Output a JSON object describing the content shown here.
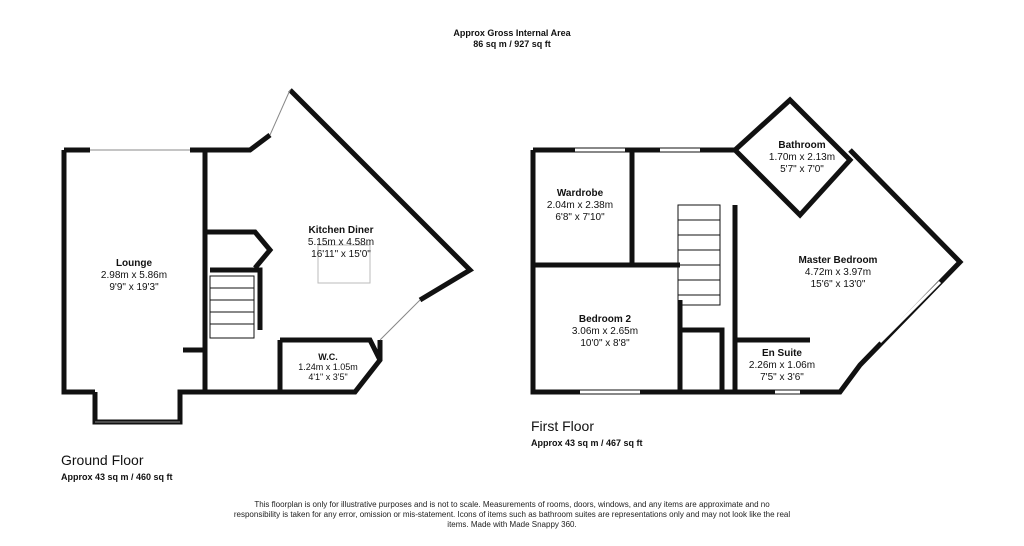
{
  "header": {
    "title": "Approx Gross Internal Area",
    "area": "86 sq m / 927 sq ft"
  },
  "ground_floor": {
    "label": "Ground Floor",
    "area": "Approx 43 sq m / 460 sq ft",
    "rooms": [
      {
        "name": "Lounge",
        "metric": "2.98m x 5.86m",
        "imperial": "9'9\" x 19'3\""
      },
      {
        "name": "Kitchen Diner",
        "metric": "5.15m x 4.58m",
        "imperial": "16'11\" x 15'0\""
      },
      {
        "name": "W.C.",
        "metric": "1.24m x 1.05m",
        "imperial": "4'1\" x 3'5\""
      }
    ]
  },
  "first_floor": {
    "label": "First Floor",
    "area": "Approx 43 sq m / 467 sq ft",
    "rooms": [
      {
        "name": "Wardrobe",
        "metric": "2.04m x 2.38m",
        "imperial": "6'8\" x 7'10\""
      },
      {
        "name": "Bathroom",
        "metric": "1.70m x 2.13m",
        "imperial": "5'7\" x 7'0\""
      },
      {
        "name": "Master Bedroom",
        "metric": "4.72m x 3.97m",
        "imperial": "15'6\" x 13'0\""
      },
      {
        "name": "Bedroom 2",
        "metric": "3.06m x 2.65m",
        "imperial": "10'0\" x 8'8\""
      },
      {
        "name": "En Suite",
        "metric": "2.26m x 1.06m",
        "imperial": "7'5\" x 3'6\""
      }
    ]
  },
  "disclaimer": "This floorplan is only for illustrative purposes and is not to scale. Measurements of rooms, doors, windows, and any items are approximate and no responsibility is taken for any error, omission or mis-statement. Icons of items such as bathroom suites are representations only and may not look like the real items. Made with Made Snappy 360.",
  "colors": {
    "wall": "#111111",
    "window": "#888888"
  }
}
